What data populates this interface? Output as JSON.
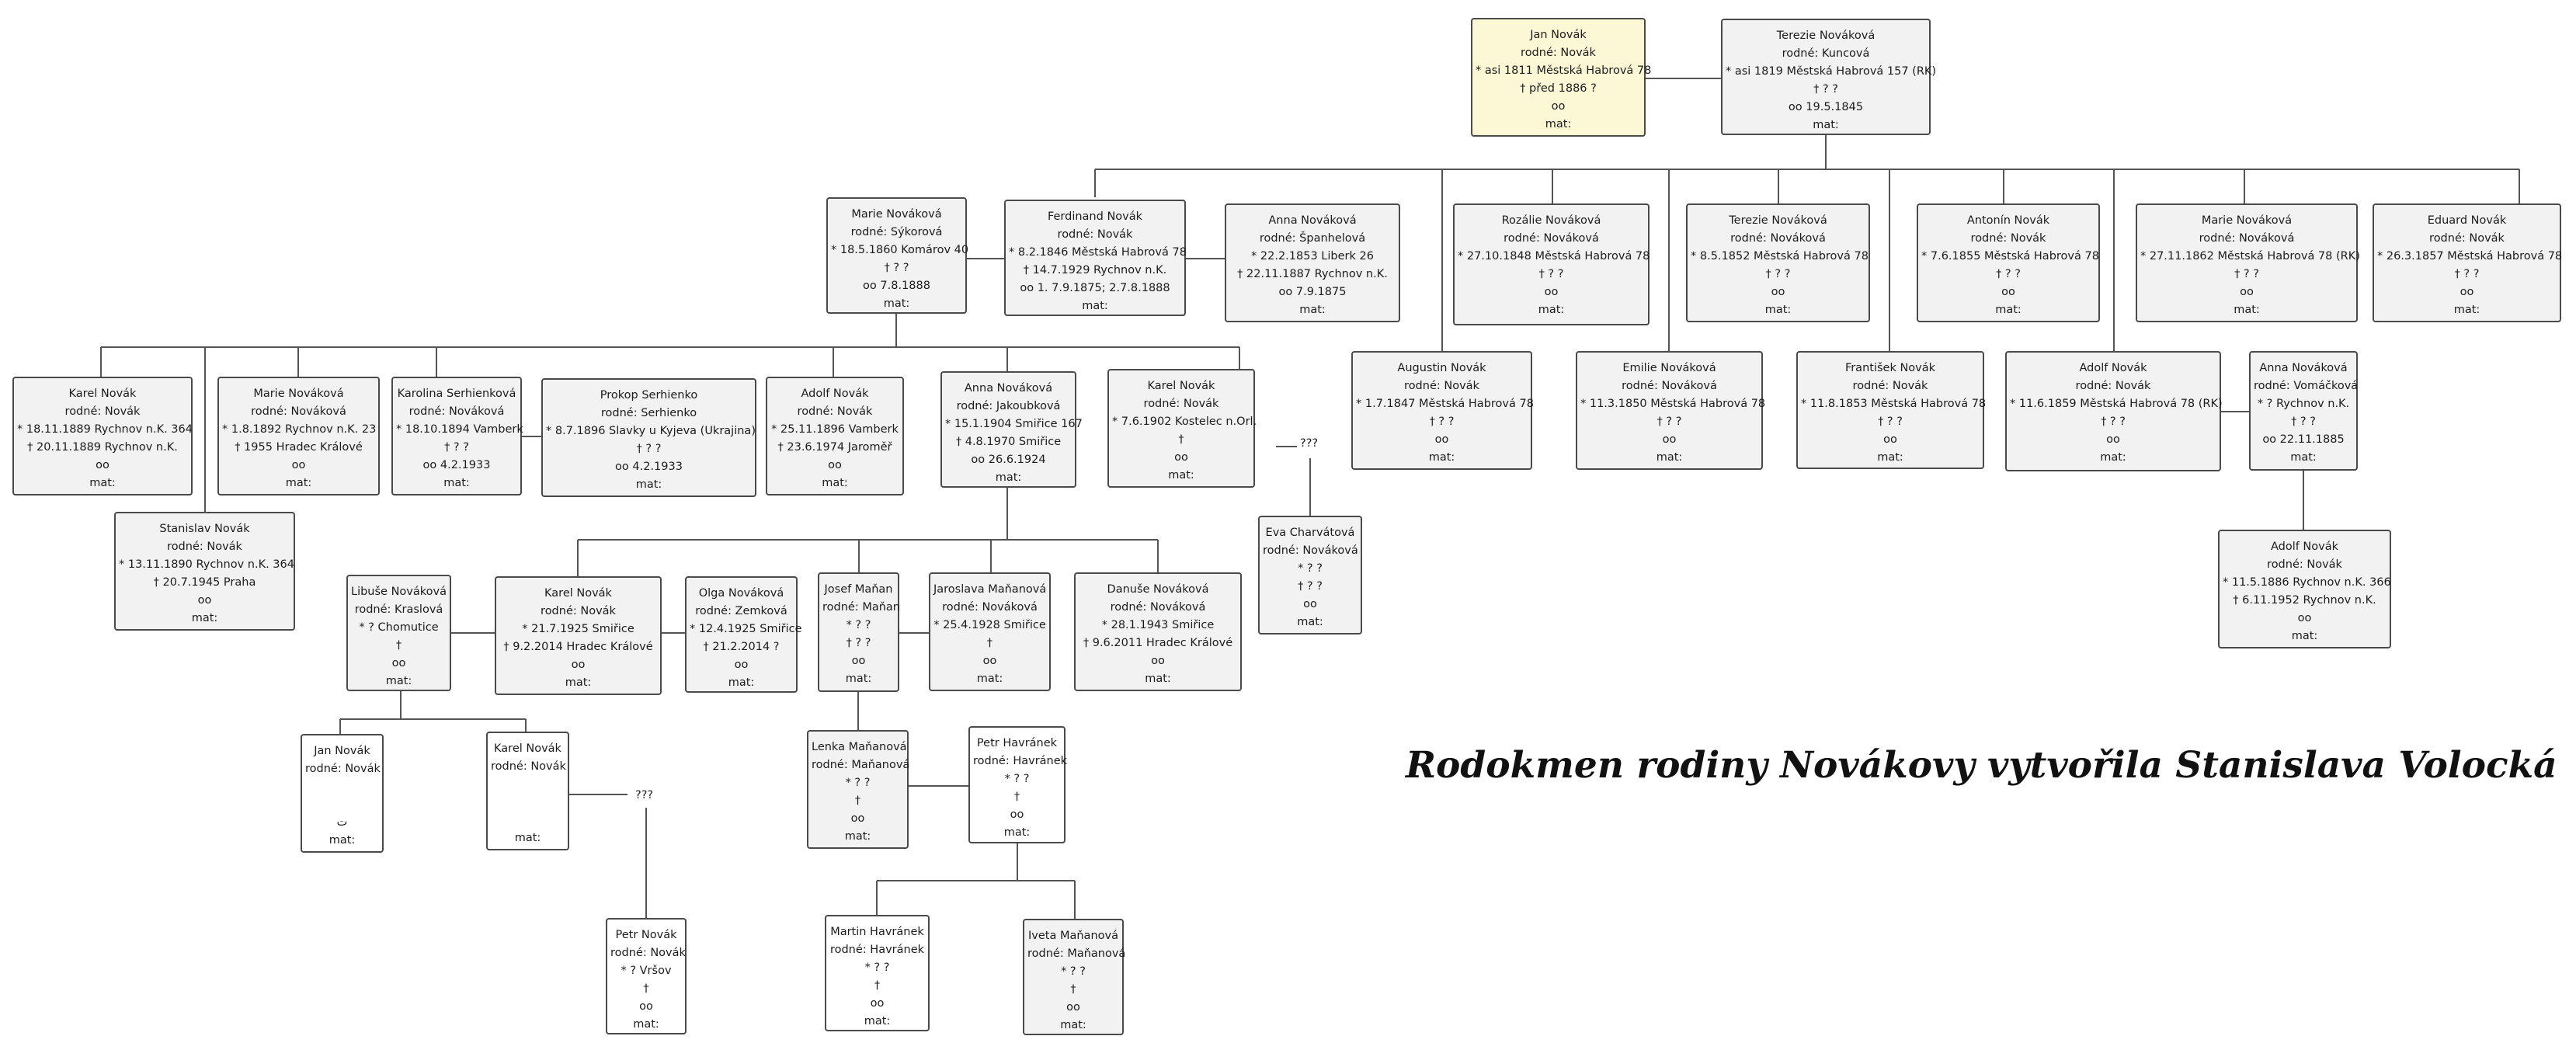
{
  "title": "Rodokmen rodiny Novákovy vytvořila Stanislava Volocká",
  "unknown_partner": "???",
  "persons": {
    "jan_novak_1811": [
      "Jan Novák",
      "rodné: Novák",
      "* asi 1811 Městská Habrová 78",
      "† před 1886 ?",
      "oo",
      "mat:"
    ],
    "terezie_novakova_1819": [
      "Terezie Nováková",
      "rodné: Kuncová",
      "* asi 1819 Městská Habrová 157 (RK)",
      "† ? ?",
      "oo 19.5.1845",
      "mat:"
    ],
    "marie_sykorova": [
      "Marie Nováková",
      "rodné: Sýkorová",
      "* 18.5.1860 Komárov 40",
      "† ? ?",
      "oo 7.8.1888",
      "mat:"
    ],
    "ferdinand_novak": [
      "Ferdinand Novák",
      "rodné: Novák",
      "* 8.2.1846 Městská Habrová 78",
      "† 14.7.1929 Rychnov n.K.",
      "oo 1. 7.9.1875; 2.7.8.1888",
      "mat:"
    ],
    "anna_spanhelova": [
      "Anna Nováková",
      "rodné: Španhelová",
      "* 22.2.1853 Liberk 26",
      "† 22.11.1887 Rychnov n.K.",
      "oo 7.9.1875",
      "mat:"
    ],
    "rozalie_novakova": [
      "Rozálie Nováková",
      "rodné: Nováková",
      "* 27.10.1848 Městská Habrová 78",
      "† ? ?",
      "oo",
      "mat:"
    ],
    "terezie_novakova_1852": [
      "Terezie Nováková",
      "rodné: Nováková",
      "* 8.5.1852 Městská Habrová 78",
      "† ? ?",
      "oo",
      "mat:"
    ],
    "antonin_novak": [
      "Antonín Novák",
      "rodné: Novák",
      "* 7.6.1855 Městská Habrová 78",
      "† ? ?",
      "oo",
      "mat:"
    ],
    "marie_novakova_1862": [
      "Marie Nováková",
      "rodné: Nováková",
      "* 27.11.1862 Městská Habrová 78 (RK)",
      "† ? ?",
      "oo",
      "mat:"
    ],
    "eduard_novak": [
      "Eduard Novák",
      "rodné: Novák",
      "* 26.3.1857 Městská Habrová 78",
      "† ? ?",
      "oo",
      "mat:"
    ],
    "augustin_novak": [
      "Augustin Novák",
      "rodné: Novák",
      "* 1.7.1847 Městská Habrová 78",
      "† ? ?",
      "oo",
      "mat:"
    ],
    "emilie_novakova": [
      "Emilie Nováková",
      "rodné: Nováková",
      "* 11.3.1850 Městská Habrová 78",
      "† ? ?",
      "oo",
      "mat:"
    ],
    "frantisek_novak": [
      "František Novák",
      "rodné: Novák",
      "* 11.8.1853 Městská Habrová 78",
      "† ? ?",
      "oo",
      "mat:"
    ],
    "adolf_novak_1859": [
      "Adolf Novák",
      "rodné: Novák",
      "* 11.6.1859 Městská Habrová 78 (RK)",
      "† ? ?",
      "oo",
      "mat:"
    ],
    "anna_vomackova": [
      "Anna Nováková",
      "rodné: Vomáčková",
      "* ? Rychnov n.K.",
      "† ? ?",
      "oo 22.11.1885",
      "mat:"
    ],
    "adolf_novak_1886": [
      "Adolf Novák",
      "rodné: Novák",
      "* 11.5.1886 Rychnov n.K. 366",
      "† 6.11.1952 Rychnov n.K.",
      "oo",
      "mat:"
    ],
    "karel_novak_1889": [
      "Karel Novák",
      "rodné: Novák",
      "* 18.11.1889 Rychnov n.K. 364",
      "† 20.11.1889 Rychnov n.K.",
      "oo",
      "mat:"
    ],
    "stanislav_novak": [
      "Stanislav Novák",
      "rodné: Novák",
      "* 13.11.1890 Rychnov n.K. 364",
      "† 20.7.1945 Praha",
      "oo",
      "mat:"
    ],
    "marie_novakova_1892": [
      "Marie Nováková",
      "rodné: Nováková",
      "* 1.8.1892 Rychnov n.K. 23",
      "† 1955 Hradec Králové",
      "oo",
      "mat:"
    ],
    "karolina_serhienkova": [
      "Karolina Serhienková",
      "rodné: Nováková",
      "* 18.10.1894 Vamberk",
      "† ? ?",
      "oo 4.2.1933",
      "mat:"
    ],
    "prokop_serhienko": [
      "Prokop Serhienko",
      "rodné: Serhienko",
      "* 8.7.1896 Slavky u Kyjeva (Ukrajina)",
      "† ? ?",
      "oo 4.2.1933",
      "mat:"
    ],
    "adolf_novak_1896": [
      "Adolf Novák",
      "rodné: Novák",
      "* 25.11.1896 Vamberk",
      "† 23.6.1974 Jaroměř",
      "oo",
      "mat:"
    ],
    "anna_jakoubkova": [
      "Anna Nováková",
      "rodné: Jakoubková",
      "* 15.1.1904 Smiřice 167",
      "† 4.8.1970 Smiřice",
      "oo 26.6.1924",
      "mat:"
    ],
    "karel_novak_1902": [
      "Karel Novák",
      "rodné: Novák",
      "* 7.6.1902 Kostelec n.Orl.",
      "†",
      "oo",
      "mat:"
    ],
    "eva_charvatova": [
      "Eva Charvátová",
      "rodné: Nováková",
      "* ? ?",
      "† ? ?",
      "oo",
      "mat:"
    ],
    "libuse_novakova": [
      "Libuše Nováková",
      "rodné: Kraslová",
      "* ? Chomutice",
      "†",
      "oo",
      "mat:"
    ],
    "karel_novak_1925": [
      "Karel Novák",
      "rodné: Novák",
      "* 21.7.1925 Smiřice",
      "† 9.2.2014 Hradec Králové",
      "oo",
      "mat:"
    ],
    "olga_novakova": [
      "Olga Nováková",
      "rodné: Zemková",
      "* 12.4.1925 Smiřice",
      "† 21.2.2014 ?",
      "oo",
      "mat:"
    ],
    "josef_manan": [
      "Josef Maňan",
      "rodné: Maňan",
      "* ? ?",
      "† ? ?",
      "oo",
      "mat:"
    ],
    "jaroslava_mananova": [
      "Jaroslava Maňanová",
      "rodné: Nováková",
      "* 25.4.1928 Smiřice",
      "†",
      "oo",
      "mat:"
    ],
    "danuse_novakova": [
      "Danuše Nováková",
      "rodné: Nováková",
      "* 28.1.1943 Smiřice",
      "† 9.6.2011 Hradec Králové",
      "oo",
      "mat:"
    ],
    "jan_novak_young": [
      "Jan Novák",
      "rodné: Novák",
      "",
      "",
      "ت",
      "mat:"
    ],
    "karel_novak_young": [
      "Karel Novák",
      "rodné: Novák",
      "",
      "",
      "",
      "mat:"
    ],
    "lenka_mananova": [
      "Lenka Maňanová",
      "rodné: Maňanová",
      "* ? ?",
      "†",
      "oo",
      "mat:"
    ],
    "petr_havranek": [
      "Petr Havránek",
      "rodné: Havránek",
      "* ? ?",
      "†",
      "oo",
      "mat:"
    ],
    "petr_novak": [
      "Petr Novák",
      "rodné: Novák",
      "* ? Vršov",
      "†",
      "oo",
      "mat:"
    ],
    "martin_havranek": [
      "Martin Havránek",
      "rodné: Havránek",
      "* ? ?",
      "†",
      "oo",
      "mat:"
    ],
    "iveta_mananova": [
      "Iveta Maňanová",
      "rodné: Maňanová",
      "* ? ?",
      "†",
      "oo",
      "mat:"
    ]
  }
}
